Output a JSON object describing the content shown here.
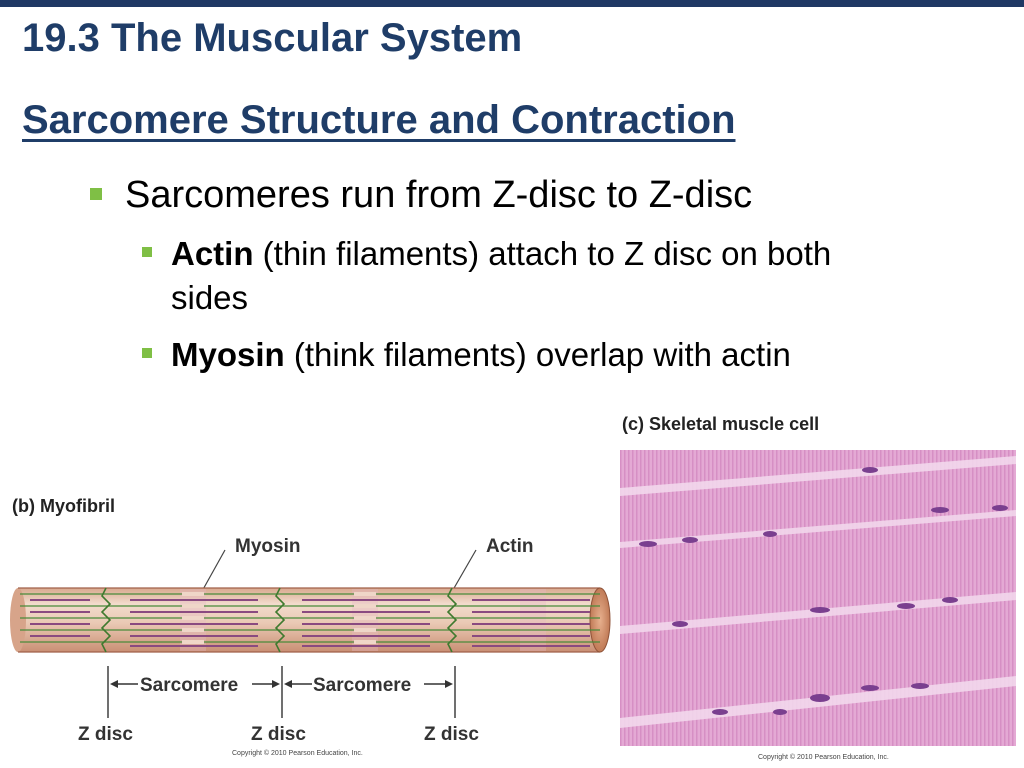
{
  "slide": {
    "title": "19.3  The Muscular System",
    "subtitle": "Sarcomere Structure and Contraction",
    "bullets": {
      "level1": "Sarcomeres run from Z-disc to Z-disc",
      "actin_bold": "Actin",
      "actin_rest": " (thin filaments) attach to Z disc on both sides",
      "myosin_bold": "Myosin",
      "myosin_rest": " (think filaments) overlap with actin"
    }
  },
  "figure_b": {
    "label": "(b) Myofibril",
    "myosin_label": "Myosin",
    "actin_label": "Actin",
    "sarcomere_label": "Sarcomere",
    "zdisc_label": "Z disc",
    "copyright": "Copyright © 2010 Pearson Education, Inc."
  },
  "figure_c": {
    "label": "(c) Skeletal muscle cell",
    "copyright": "Copyright © 2010 Pearson Education, Inc."
  },
  "colors": {
    "title": "#1f3d68",
    "bullet_marker": "#7fbf45",
    "top_bar": "#1f3864",
    "myofibril_fill": "#e9c9b6",
    "actin_green": "#4a8a3a",
    "micro_pink": "#e2a6d3"
  }
}
